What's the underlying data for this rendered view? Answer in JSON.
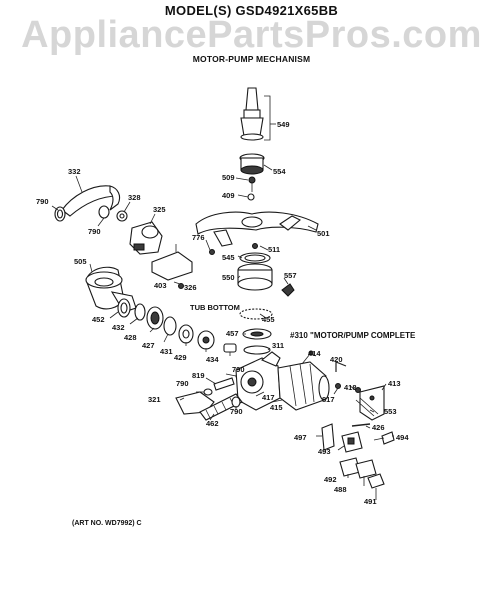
{
  "header": {
    "model": "MODEL(S) GSD4921X65BB",
    "watermark": "AppliancePartsPros.com",
    "subtitle": "MOTOR-PUMP MECHANISM"
  },
  "callouts": {
    "c549": "549",
    "c554": "554",
    "c509": "509",
    "c409": "409",
    "c332": "332",
    "c790a": "790",
    "c328": "328",
    "c325": "325",
    "c790b": "790",
    "c776": "776",
    "c501": "501",
    "c511": "511",
    "c545": "545",
    "c557": "557",
    "c550": "550",
    "c505": "505",
    "c326": "326",
    "c403": "403",
    "c455": "455",
    "c452": "452",
    "c432": "432",
    "c428": "428",
    "c427": "427",
    "c431": "431",
    "c429": "429",
    "c434": "434",
    "c457": "457",
    "c311": "311",
    "c414": "414",
    "c420": "420",
    "c790c": "790",
    "c819": "819",
    "c790d": "790",
    "c418": "418",
    "c413": "413",
    "c817": "817",
    "c321": "321",
    "c417": "417",
    "c415": "415",
    "c790e": "790",
    "c553": "553",
    "c462": "462",
    "c426": "426",
    "c497": "497",
    "c494": "494",
    "c493": "493",
    "c492": "492",
    "c488": "488",
    "c491": "491"
  },
  "labels": {
    "tub_bottom": "TUB BOTTOM",
    "complete_note": "#310 \"MOTOR/PUMP COMPLETE"
  },
  "footer": {
    "art_no": "(ART NO. WD7992) C"
  }
}
